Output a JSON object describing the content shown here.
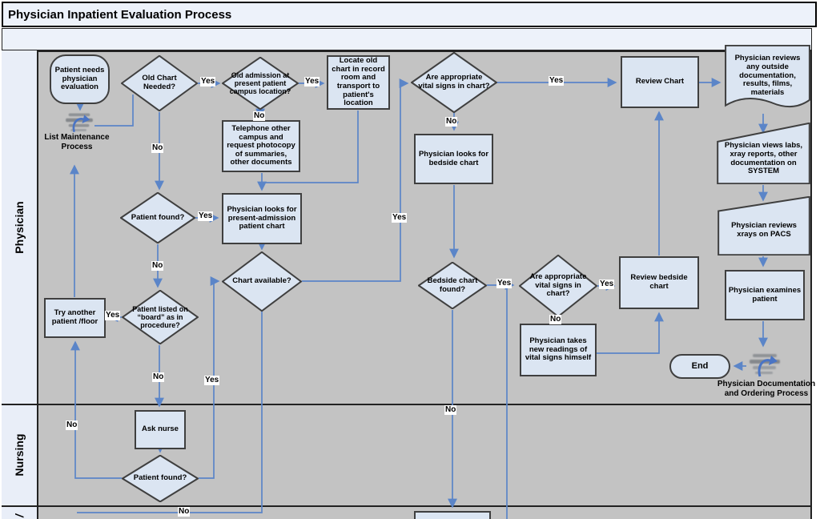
{
  "title": "Physician Inpatient Evaluation Process",
  "lanes": [
    {
      "label": "Physician"
    },
    {
      "label": "Nursing"
    },
    {
      "label": "/"
    }
  ],
  "edge_labels": {
    "yes": "Yes",
    "no": "No"
  },
  "icons": [
    {
      "name": "list-maintenance-process-icon",
      "meaning": "link to List Maintenance Process"
    },
    {
      "name": "documentation-ordering-process-icon",
      "meaning": "link to Physician Documentation and Ordering Process"
    }
  ],
  "nodes": {
    "start": {
      "type": "terminator",
      "label": "Patient needs physician evaluation"
    },
    "list_maintenance": {
      "type": "process-link",
      "label": "List Maintenance Process"
    },
    "old_chart_needed": {
      "type": "decision",
      "label": "Old Chart Needed?"
    },
    "old_admission": {
      "type": "decision",
      "label": "Old admission at present patient campus location?"
    },
    "locate_old_chart": {
      "type": "process",
      "label": "Locate old chart in record room and transport to patient's location"
    },
    "telephone_other_campus": {
      "type": "process",
      "label": "Telephone other campus and request photocopy of summaries, other documents"
    },
    "patient_found_md": {
      "type": "decision",
      "label": "Patient found?"
    },
    "looks_present_admission": {
      "type": "process",
      "label": "Physician looks for present-admission patient chart"
    },
    "chart_available": {
      "type": "decision",
      "label": "Chart available?"
    },
    "try_another": {
      "type": "process",
      "label": "Try another patient /floor"
    },
    "patient_listed_board": {
      "type": "decision",
      "label": "Patient listed on “board” as in procedure?"
    },
    "vitals_in_chart_1": {
      "type": "decision",
      "label": "Are appropriate vital signs in chart?"
    },
    "looks_bedside": {
      "type": "process",
      "label": "Physician looks for bedside chart"
    },
    "bedside_found": {
      "type": "decision",
      "label": "Bedside chart found?"
    },
    "vitals_in_chart_2": {
      "type": "decision",
      "label": "Are appropriate vital signs in chart?"
    },
    "new_readings": {
      "type": "process",
      "label": "Physician takes new readings of vital signs himself"
    },
    "review_chart": {
      "type": "process",
      "label": "Review Chart"
    },
    "review_bedside": {
      "type": "process",
      "label": "Review bedside chart"
    },
    "outside_docs": {
      "type": "document",
      "label": "Physician reviews any outside documentation, results, films, materials"
    },
    "views_labs": {
      "type": "manual",
      "label": "Physician views labs, xray reports, other documentation on SYSTEM"
    },
    "reviews_pacs": {
      "type": "manual",
      "label": "Physician reviews xrays on PACS"
    },
    "examines_patient": {
      "type": "process",
      "label": "Physician examines patient"
    },
    "doc_ordering": {
      "type": "process-link",
      "label": "Physician Documentation and Ordering Process"
    },
    "end": {
      "type": "terminator",
      "label": "End"
    },
    "ask_nurse": {
      "type": "process",
      "label": "Ask nurse"
    },
    "patient_found_rn": {
      "type": "decision",
      "label": "Patient found?"
    }
  }
}
